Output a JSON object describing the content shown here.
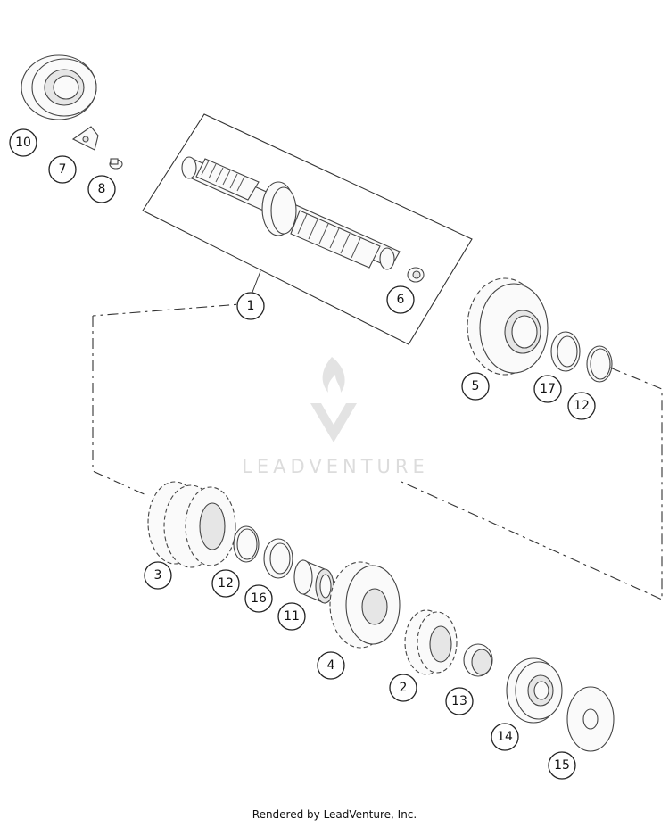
{
  "watermark": {
    "text": "LEADVENTURE"
  },
  "footer": {
    "text": "Rendered by LeadVenture, Inc."
  },
  "callouts": {
    "p1": "1",
    "p2": "2",
    "p3": "3",
    "p4": "4",
    "p5": "5",
    "p6": "6",
    "p7": "7",
    "p8": "8",
    "p10": "10",
    "p11": "11",
    "p12a": "12",
    "p12b": "12",
    "p13": "13",
    "p14": "14",
    "p15": "15",
    "p16": "16",
    "p17": "17"
  }
}
